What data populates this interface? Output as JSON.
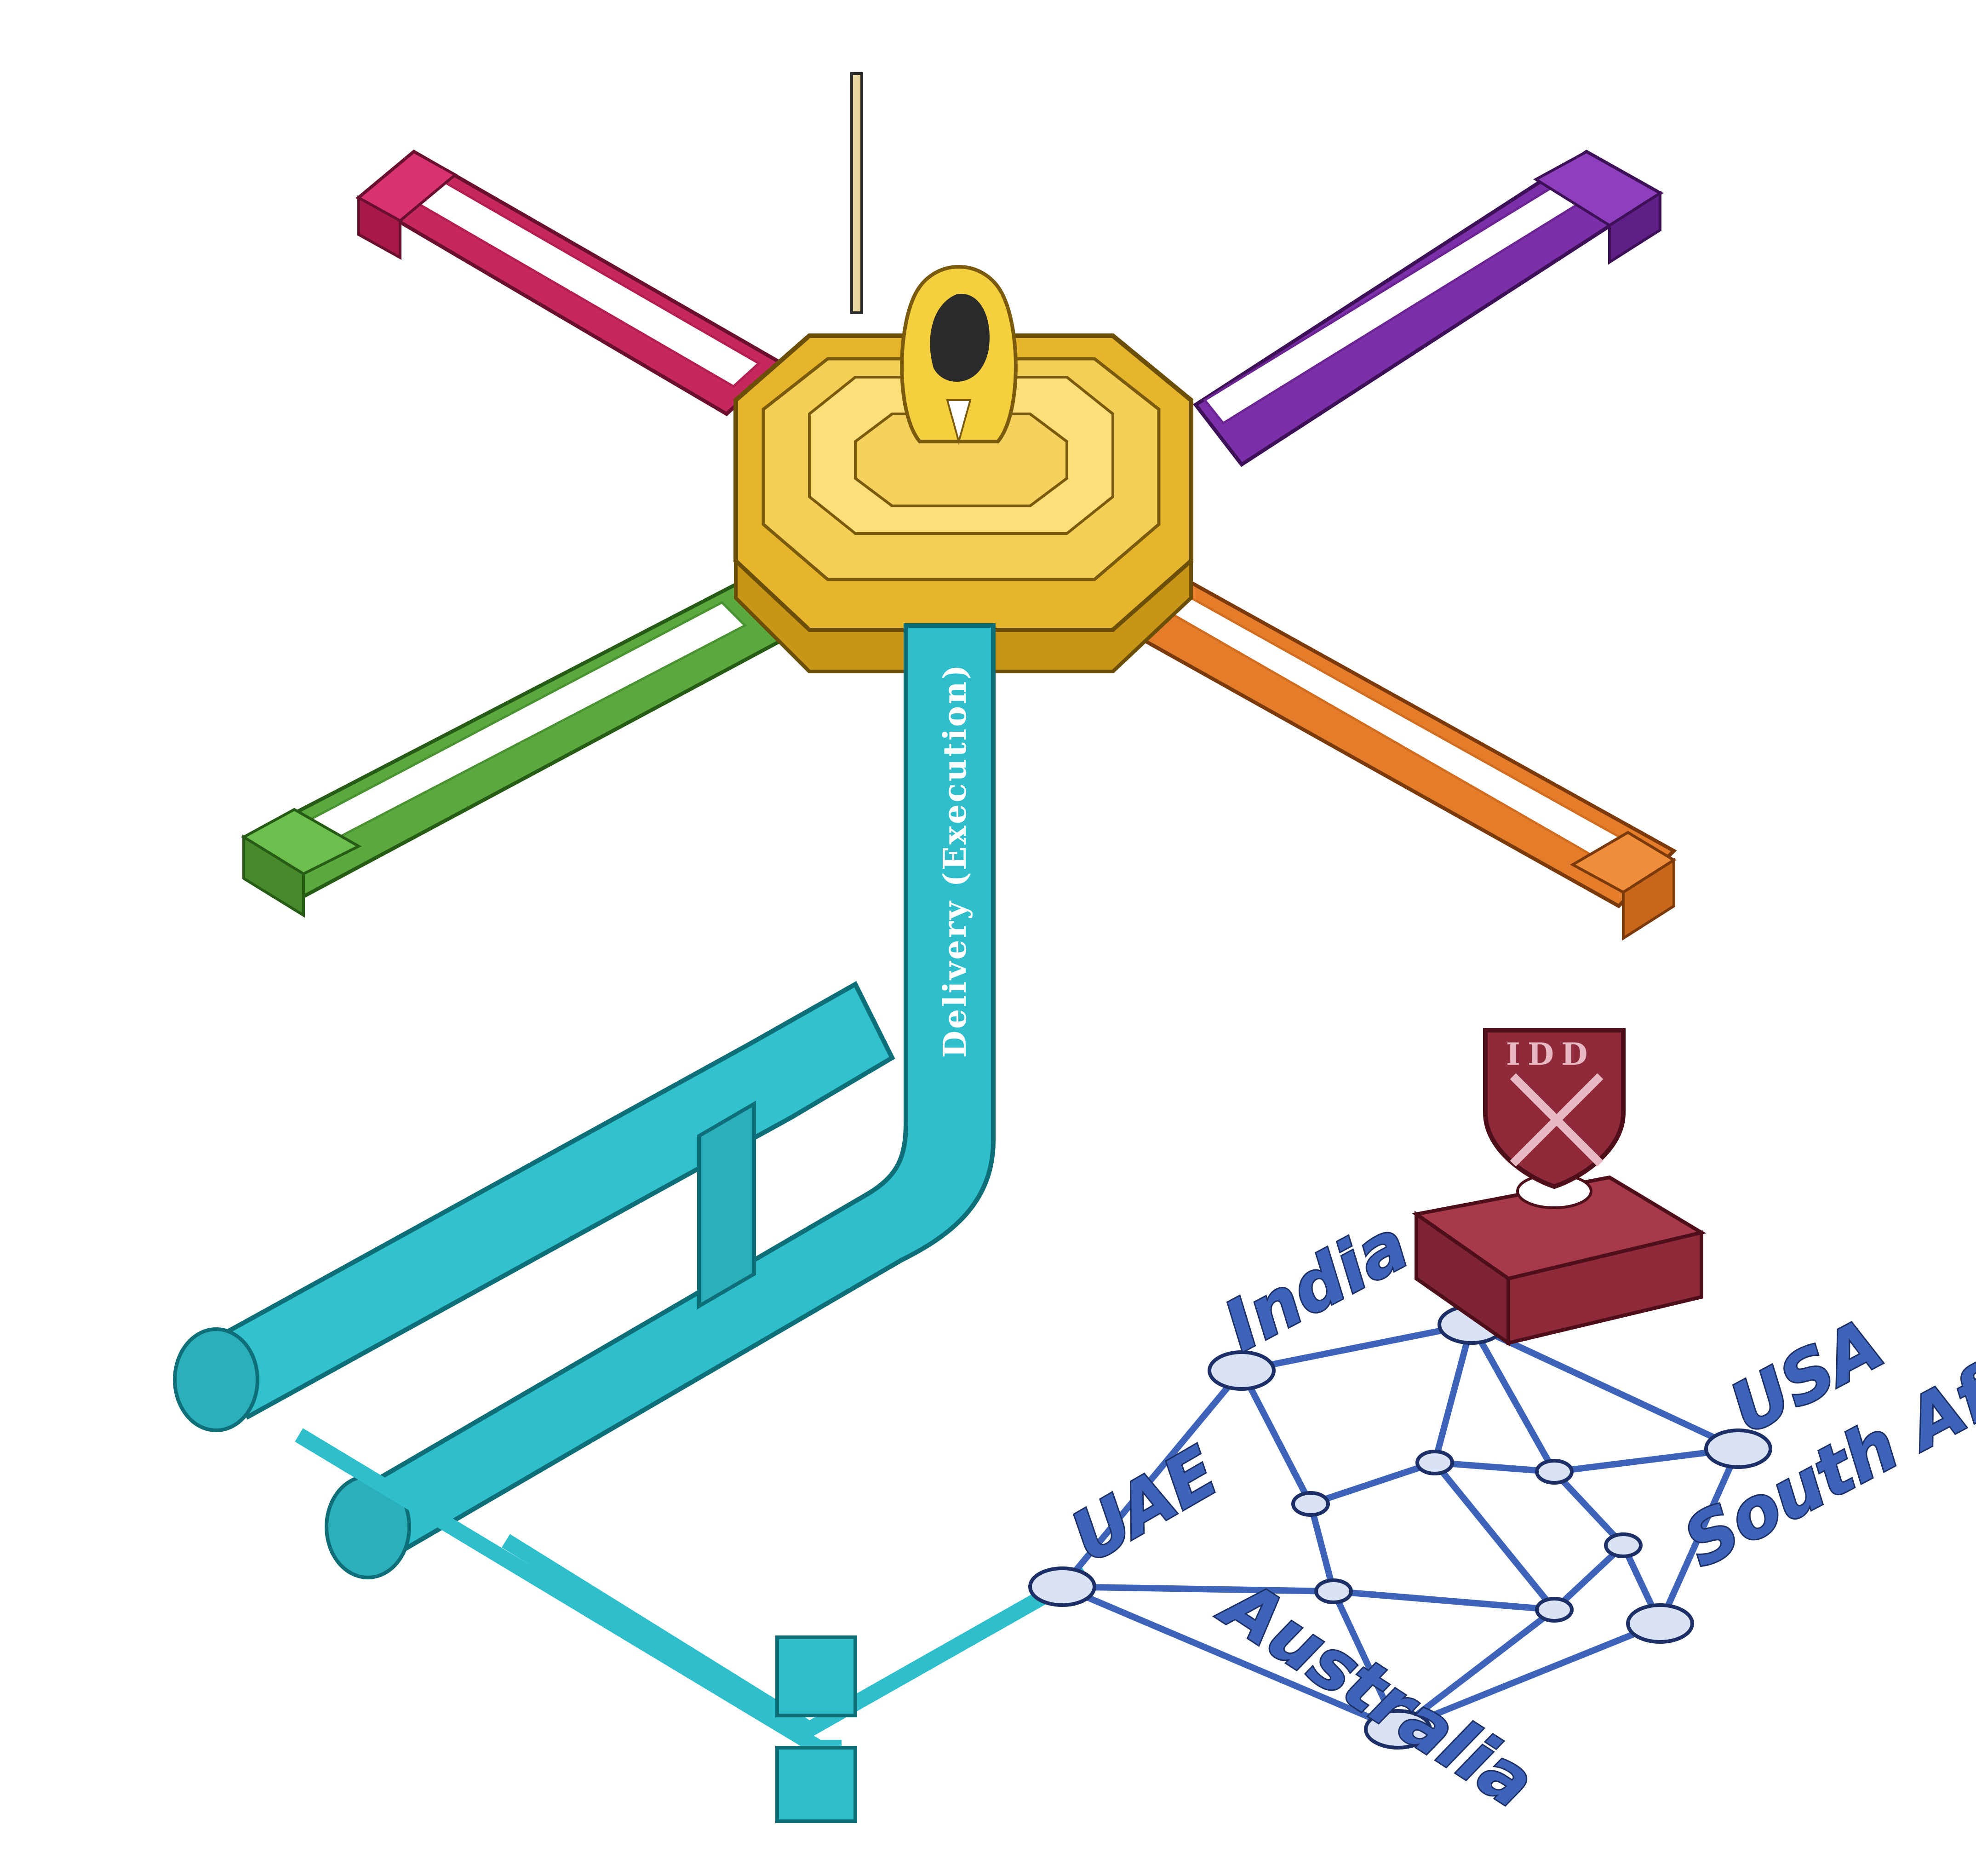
{
  "diagram": {
    "pipe_label": "Delivery (Execution)",
    "crest_text": "IDD",
    "network_countries": [
      "India",
      "USA",
      "UAE",
      "South Africa",
      "Australia"
    ],
    "arm_colors": {
      "top_left": "#c7275f",
      "top_right": "#7b2fa8",
      "bottom_left": "#5aa83e",
      "bottom_right": "#e57c2a"
    },
    "hub_color": "#f0c43a",
    "pipe_color": "#2fbfcc",
    "crest_color": "#8e2a3a",
    "network_color": "#3d64b8",
    "icons": [
      "hooded-figure-icon",
      "crest-shield-icon",
      "network-globe-icon"
    ]
  }
}
